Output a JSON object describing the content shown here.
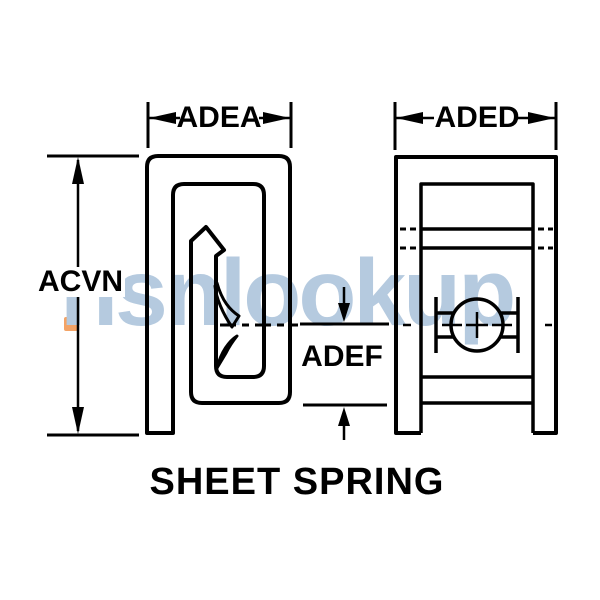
{
  "page": {
    "background": "#ffffff",
    "line_color": "#000000"
  },
  "title": "SHEET SPRING",
  "watermark": {
    "text": "nsnlookup",
    "color": "#b5cadf",
    "accent_color": "#f3a366"
  },
  "dimensions": {
    "adea": "ADEA",
    "aded": "ADED",
    "acvn": "ACVN",
    "adef": "ADEF"
  }
}
